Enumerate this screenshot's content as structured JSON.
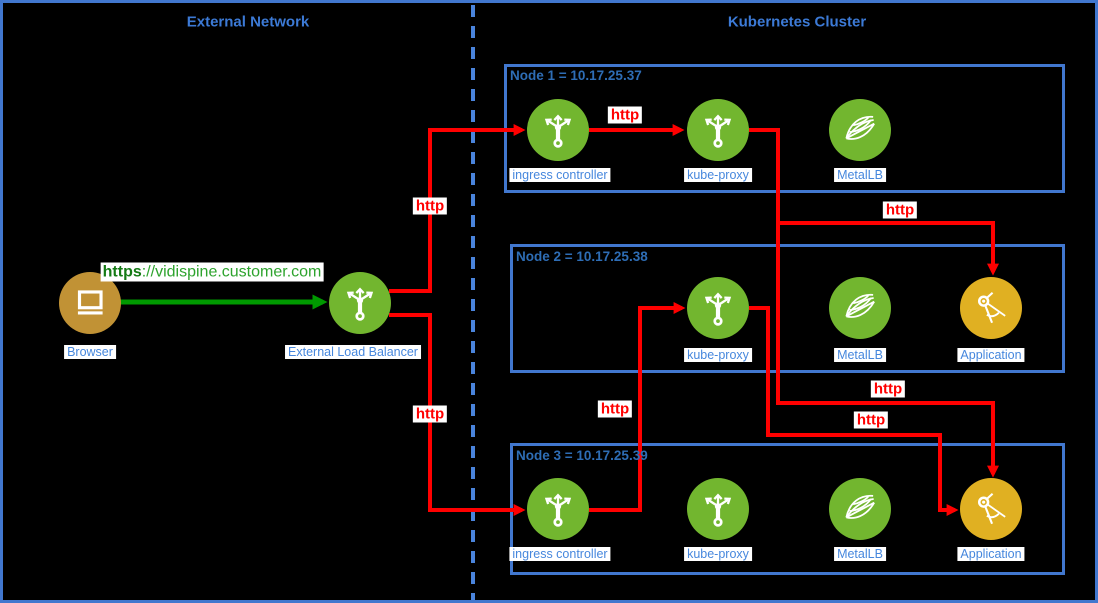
{
  "section_titles": {
    "external": "External Network",
    "cluster": "Kubernetes Cluster"
  },
  "browser": {
    "label": "Browser"
  },
  "load_balancer": {
    "label": "External Load Balancer"
  },
  "https_edge": {
    "scheme": "https",
    "rest": "://vidispine.customer.com"
  },
  "http_label": "http",
  "nodes": [
    {
      "title": "Node 1 = 10.17.25.37",
      "items": [
        {
          "label": "ingress controller"
        },
        {
          "label": "kube-proxy"
        },
        {
          "label": "MetalLB"
        }
      ]
    },
    {
      "title": "Node 2 = 10.17.25.38",
      "items": [
        {
          "label": "kube-proxy"
        },
        {
          "label": "MetalLB"
        },
        {
          "label": "Application"
        }
      ]
    },
    {
      "title": "Node 3 = 10.17.25.39",
      "items": [
        {
          "label": "ingress controller"
        },
        {
          "label": "kube-proxy"
        },
        {
          "label": "MetalLB"
        },
        {
          "label": "Application"
        }
      ]
    }
  ],
  "colors": {
    "background": "#000000",
    "border_blue": "#4177CE",
    "node_title_blue": "#2E6DB5",
    "label_blue": "#4687DD",
    "edge_red": "#FF0000",
    "edge_green": "#009900",
    "service_green": "#72B62F",
    "browser_gold": "#C19235",
    "application_yellow": "#E0B022",
    "icon_white": "#FFFFFF"
  }
}
